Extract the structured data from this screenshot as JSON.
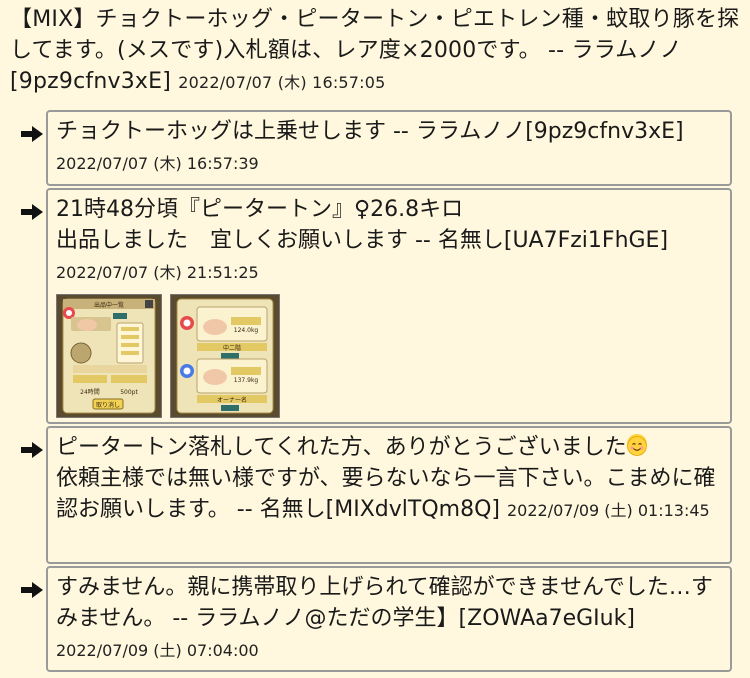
{
  "main_post": {
    "text": "【MIX】チョクトーホッグ・ピータートン・ピエトレン種・蚊取り豚を探してます。(メスです)入札額は、レア度×2000です。 -- ララムノノ[9pz9cfnv3xE]",
    "timestamp": "2022/07/07 (木) 16:57:05"
  },
  "replies": [
    {
      "text": "チョクトーホッグは上乗せします -- ララムノノ[9pz9cfnv3xE]",
      "timestamp": "2022/07/07 (木) 16:57:39"
    },
    {
      "line1": "21時48分頃『ピータートン』♀26.8キロ",
      "text": "出品しました　宜しくお願いします -- 名無し[UA7Fzi1FhGE]",
      "timestamp": "2022/07/07 (木) 21:51:25",
      "thumb1": {
        "title": "出品中一覧",
        "price": "500pt",
        "duration": "24時間",
        "button": "取り消し"
      },
      "thumb2": {
        "weight1": "124.0kg",
        "weight2": "137.9kg",
        "label": "中二階",
        "owner": "オーナー名"
      }
    },
    {
      "text": "ピータートン落札してくれた方、ありがとうございました",
      "text2": "依頼主様では無い様ですが、要らないなら一言下さい。こまめに確認お願いします。 -- 名無し[MIXdvlTQm8Q]",
      "timestamp": "2022/07/09 (土) 01:13:45"
    },
    {
      "text": "すみません。親に携帯取り上げられて確認ができませんでした…すみません。 -- ララムノノ@ただの学生】[ZOWAa7eGIuk]",
      "timestamp": "2022/07/09 (土) 07:04:00"
    }
  ],
  "colors": {
    "background": "#fff8de",
    "border": "#9a9a9a",
    "arrow": "#111111"
  },
  "icons": {
    "reply_marker": "right-arrow-icon",
    "emoji": "smiling-face-icon"
  }
}
